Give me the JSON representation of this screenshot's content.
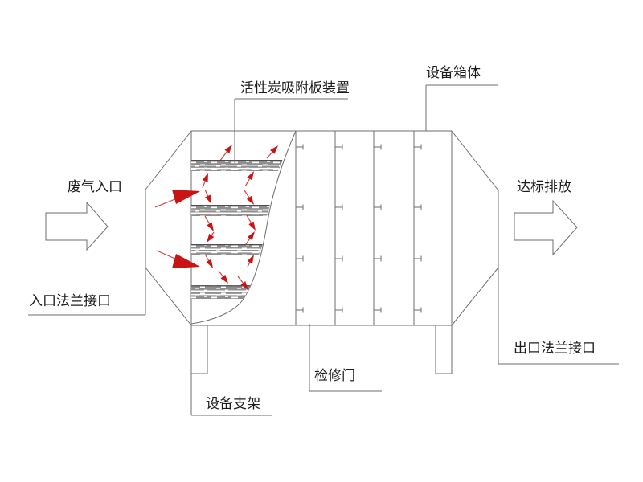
{
  "diagram": {
    "type": "activated-carbon-adsorption-equipment-schematic",
    "labels": {
      "adsorption_plate": "活性炭吸附板装置",
      "equipment_box": "设备箱体",
      "waste_gas_inlet": "废气入口",
      "discharge": "达标排放",
      "inlet_flange": "入口法兰接口",
      "outlet_flange": "出口法兰接口",
      "maintenance_door": "检修门",
      "equipment_support": "设备支架"
    },
    "icons": {
      "inlet_arrow": "hollow-right-arrow",
      "outlet_arrow": "hollow-right-arrow",
      "flow_arrow": "red-flow-arrow",
      "weld_tick": "panel-tick-mark"
    },
    "colors": {
      "line": "#6e6e6e",
      "text": "#1c1c1c",
      "red": "#c81414",
      "plate": "#8f8f8f",
      "bg": "#ffffff"
    }
  }
}
